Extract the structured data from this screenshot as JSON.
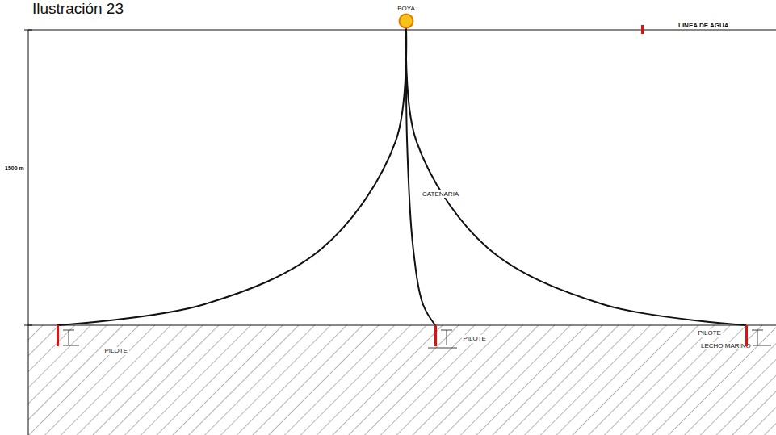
{
  "diagram": {
    "title": "Ilustración 23",
    "nodes": [
      {
        "text": [
          "BOYA"
        ]
      },
      {
        "text": [
          "PILOTE"
        ]
      },
      {
        "text": [
          "PILOTE"
        ]
      },
      {
        "text": [
          "PILOTE"
        ]
      }
    ],
    "edges": [
      {
        "from": 0,
        "to": 1,
        "arrow": "none"
      },
      {
        "from": 0,
        "to": 2,
        "arrow": "none",
        "label": "CATENARIA"
      },
      {
        "from": 0,
        "to": 3,
        "arrow": "none"
      }
    ],
    "labels": [
      "LINEA DE AGUA",
      "1500 m",
      "LECHO MARINO"
    ]
  }
}
